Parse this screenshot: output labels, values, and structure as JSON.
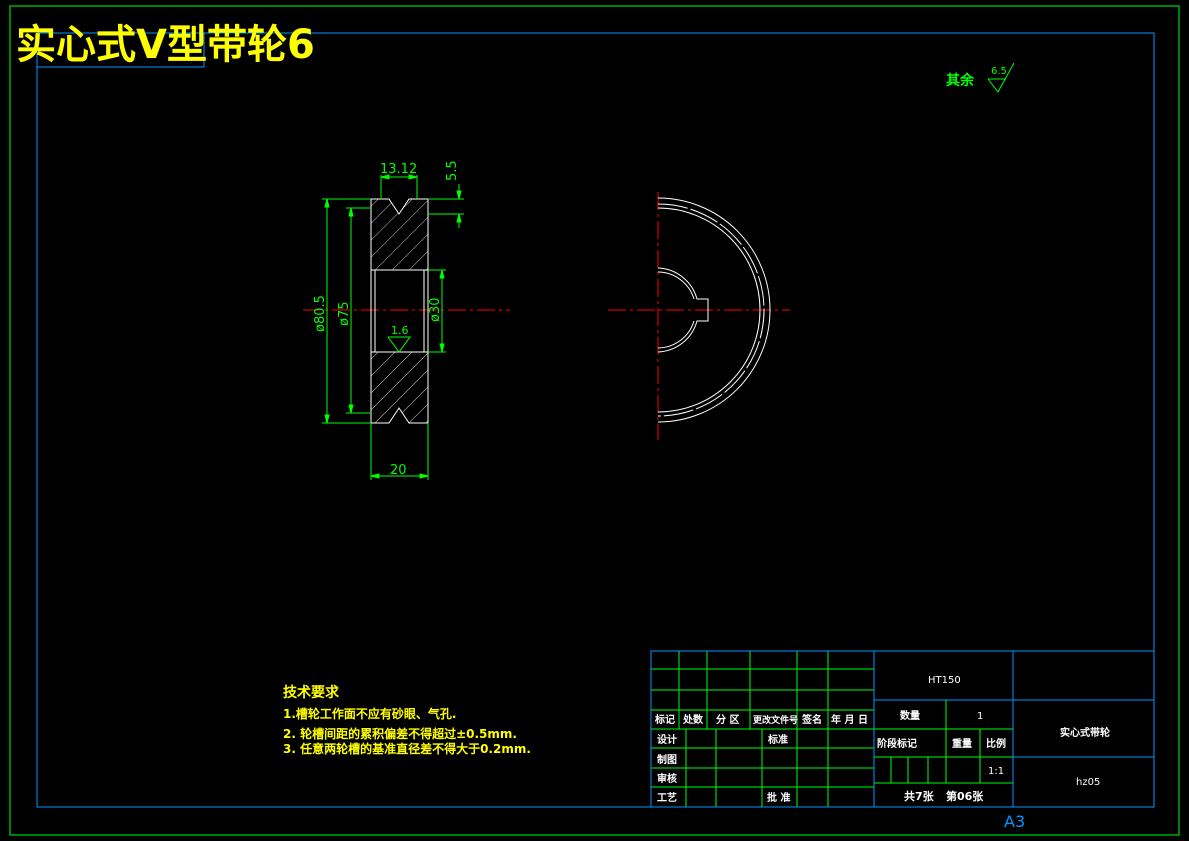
{
  "drawing": {
    "title": "实心式V型带轮6",
    "surface_note_prefix": "其余",
    "surface_note_value": "6.5",
    "sheet_size": "A3",
    "colors": {
      "background": "#000000",
      "border": "#00ff00",
      "frame": "#0099ff",
      "title": "#ffff00",
      "geometry": "#ffffff",
      "centerline": "#ff0000",
      "dimension": "#00ff00"
    }
  },
  "dimensions": {
    "groove_width": "13.12",
    "groove_depth": "5.5",
    "outer_diameter": "ø80.5",
    "pitch_diameter": "ø75",
    "bore_diameter": "ø30",
    "bore_roughness": "1.6",
    "hub_width": "20"
  },
  "tech_requirements": {
    "heading": "技术要求",
    "items": [
      "1.槽轮工作面不应有砂眼、气孔.",
      "2. 轮槽间距的累积偏差不得超过±0.5mm.",
      "3. 任意两轮槽的基准直径差不得大于0.2mm."
    ]
  },
  "title_block": {
    "material": "HT150",
    "part_name": "实心式带轮",
    "drawing_no": "hz05",
    "quantity_label": "数量",
    "quantity": "1",
    "stage_mark_label": "阶段标记",
    "weight_label": "重量",
    "scale_label": "比例",
    "scale": "1:1",
    "sheet_count": "共7张",
    "sheet_number": "第06张",
    "revision_headers": [
      "标记",
      "处数",
      "分 区",
      "更改文件号",
      "签名",
      "年 月 日"
    ],
    "row_labels": [
      "设计",
      "制图",
      "审核",
      "工艺"
    ],
    "standardize_label": "标准",
    "approve_label": "批 准"
  }
}
